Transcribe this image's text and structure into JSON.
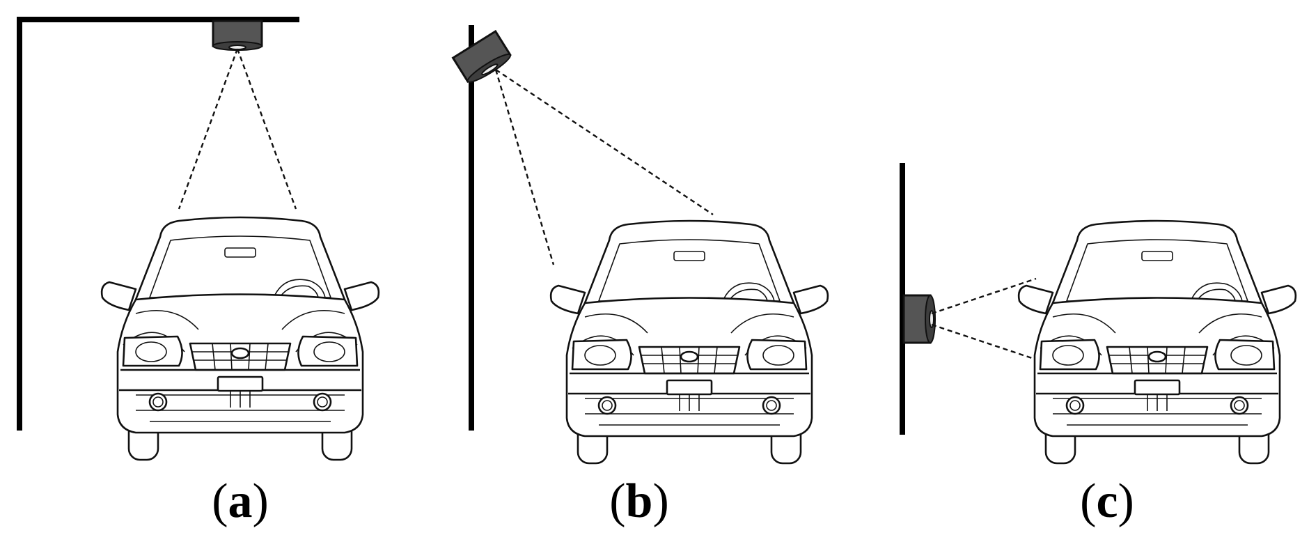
{
  "panels": [
    {
      "id": "a",
      "label_open": "(",
      "label_letter": "a",
      "label_close": ")"
    },
    {
      "id": "b",
      "label_open": "(",
      "label_letter": "b",
      "label_close": ")"
    },
    {
      "id": "c",
      "label_open": "(",
      "label_letter": "c",
      "label_close": ")"
    }
  ],
  "colors": {
    "background": "#ffffff",
    "line": "#000000",
    "camera": "#555555"
  },
  "icons": {
    "camera": "camera-icon",
    "vehicle": "car-front-icon"
  }
}
